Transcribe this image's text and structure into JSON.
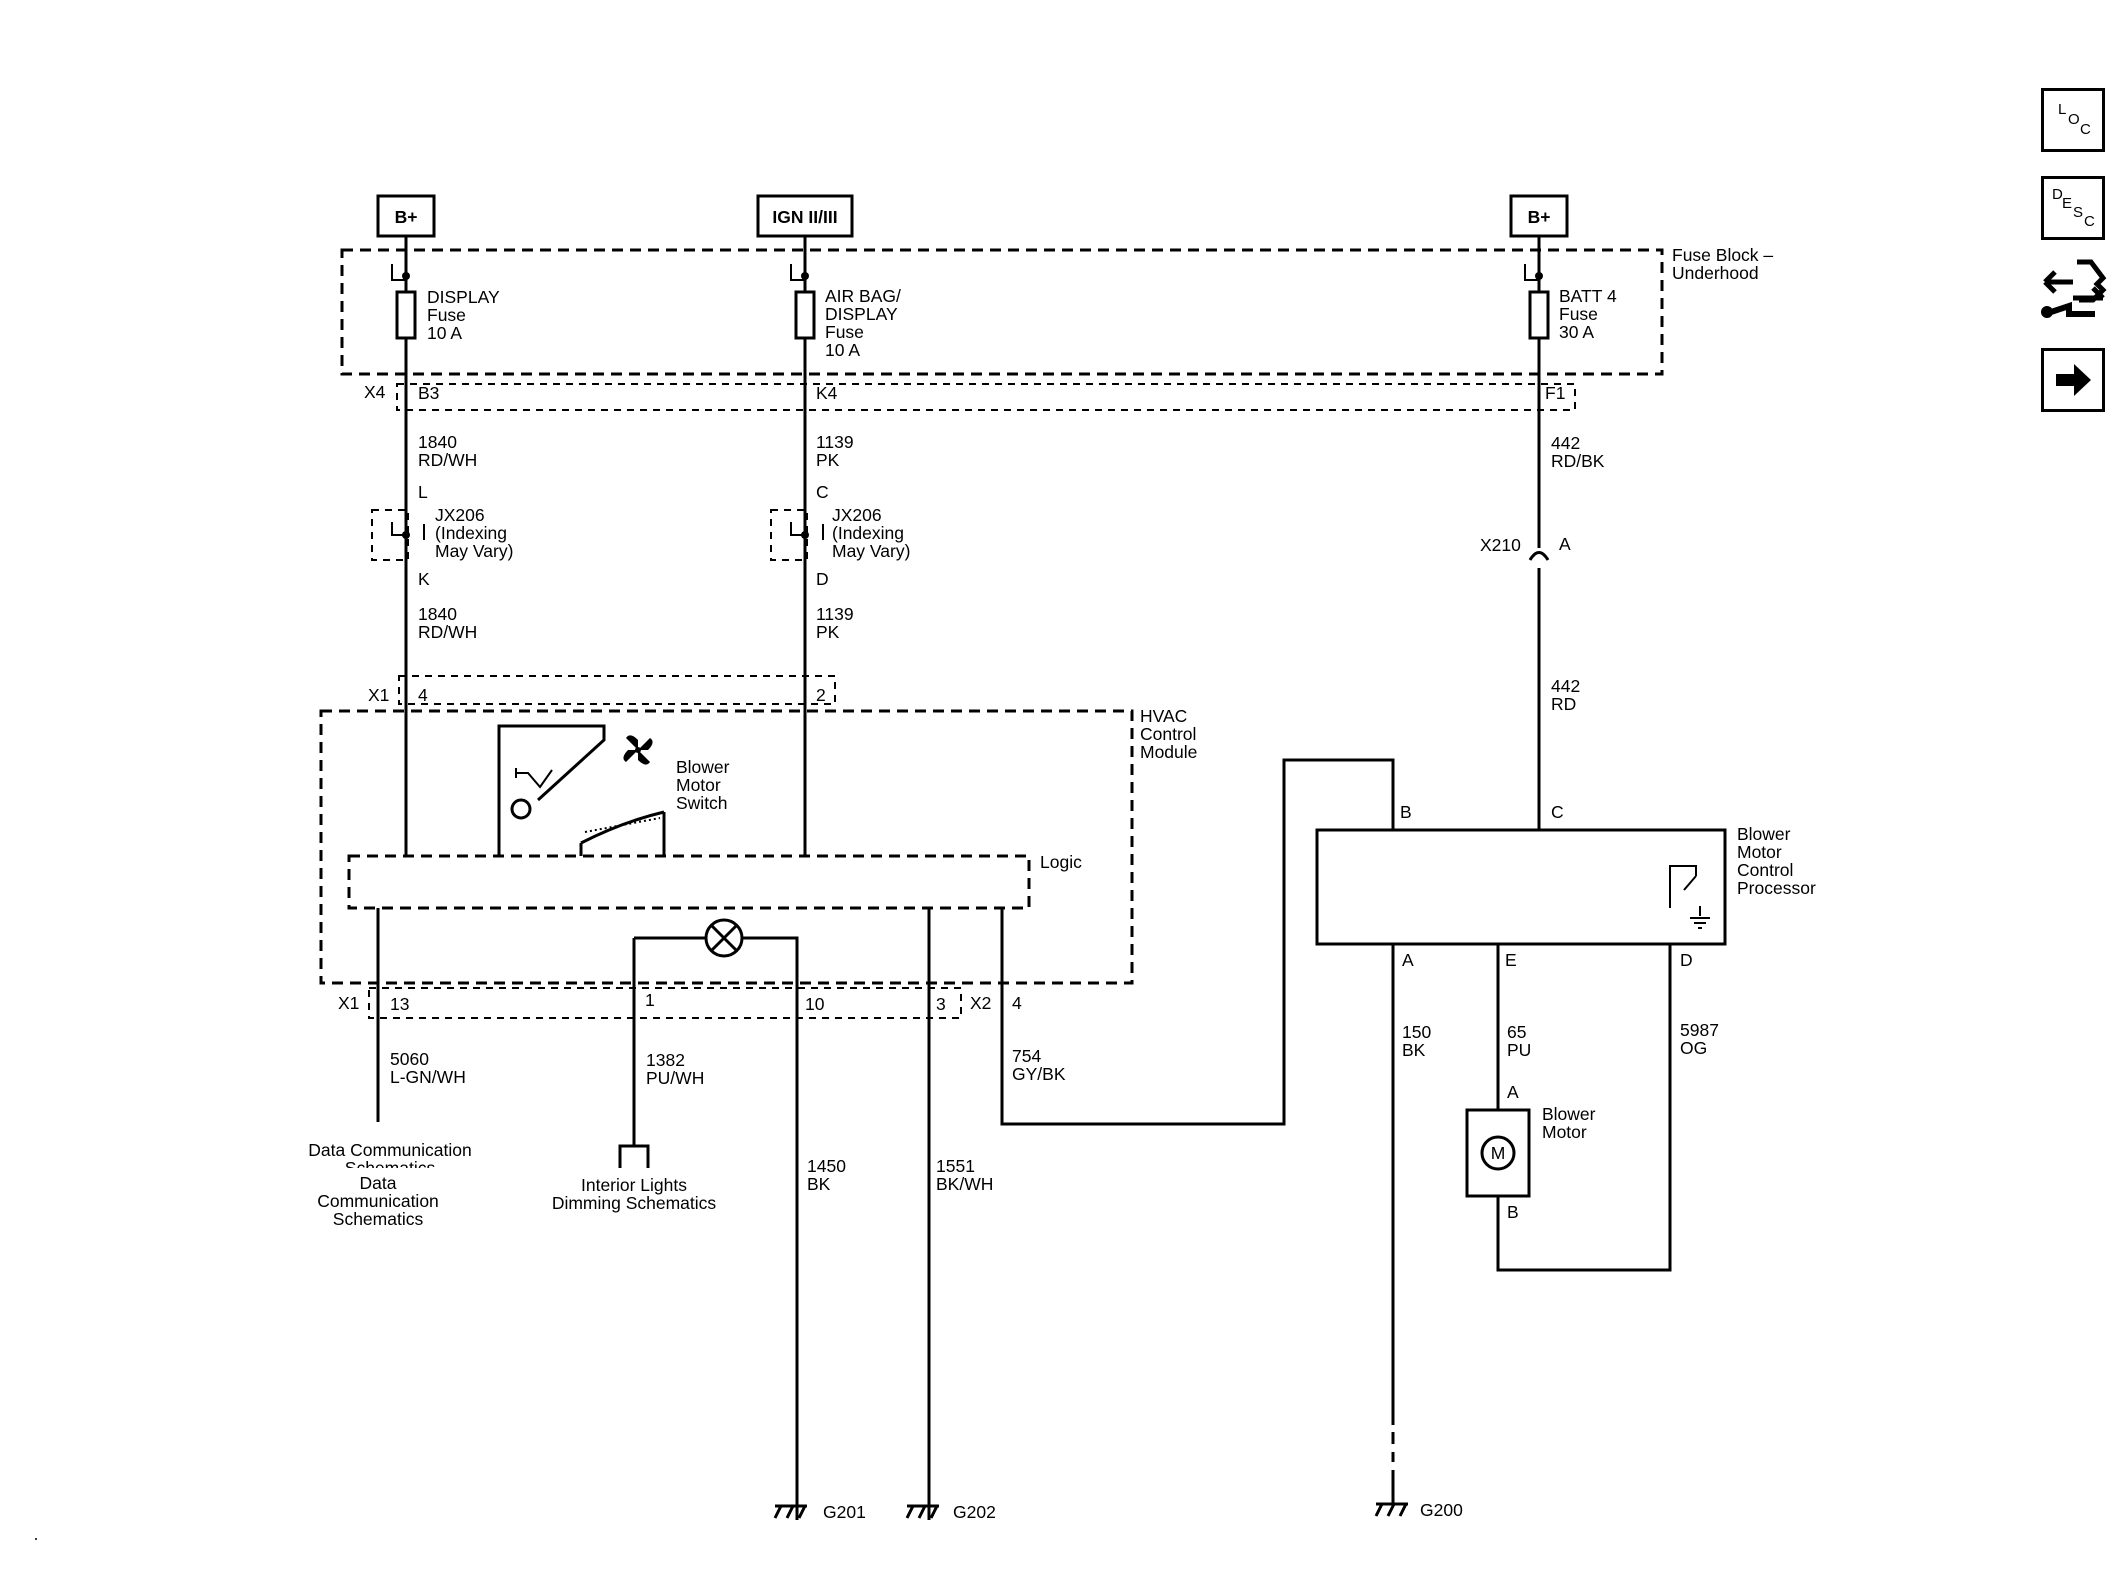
{
  "power": {
    "b_plus_left": "B+",
    "ign": "IGN II/III",
    "b_plus_right": "B+"
  },
  "fuse_block": {
    "title_line1": "Fuse Block –",
    "title_line2": "Underhood",
    "fuse1": [
      "DISPLAY",
      "Fuse",
      "10 A"
    ],
    "fuse2": [
      "AIR BAG/",
      "DISPLAY",
      "Fuse",
      "10 A"
    ],
    "fuse3": [
      "BATT 4",
      "Fuse",
      "30 A"
    ]
  },
  "connectors": {
    "x4": "X4",
    "b3": "B3",
    "k4": "K4",
    "f1": "F1",
    "x1_top": "X1",
    "pin4": "4",
    "pin2": "2",
    "x1_bottom": "X1",
    "pin13": "13",
    "pin1": "1",
    "pin10": "10",
    "pin3": "3",
    "x2": "X2",
    "pin4b": "4",
    "x210": "X210",
    "x210_pin": "A",
    "jx_left_top": "L",
    "jx_left_bottom": "K",
    "jx_mid_top": "C",
    "jx_mid_bottom": "D",
    "bmcp_b": "B",
    "bmcp_c": "C",
    "bmcp_a": "A",
    "bmcp_e": "E",
    "bmcp_d": "D",
    "motor_a": "A",
    "motor_b": "B"
  },
  "splice": {
    "left": [
      "JX206",
      "(Indexing",
      "May Vary)"
    ],
    "mid": [
      "JX206",
      "(Indexing",
      "May Vary)"
    ]
  },
  "wires": {
    "w1840_top": [
      "1840",
      "RD/WH"
    ],
    "w1840_bot": [
      "1840",
      "RD/WH"
    ],
    "w1139_top": [
      "1139",
      "PK"
    ],
    "w1139_bot": [
      "1139",
      "PK"
    ],
    "w442_top": [
      "442",
      "RD/BK"
    ],
    "w442_bot": [
      "442",
      "RD"
    ],
    "w5060": [
      "5060",
      "L-GN/WH"
    ],
    "w1382": [
      "1382",
      "PU/WH"
    ],
    "w1450": [
      "1450",
      "BK"
    ],
    "w1551": [
      "1551",
      "BK/WH"
    ],
    "w754": [
      "754",
      "GY/BK"
    ],
    "w150": [
      "150",
      "BK"
    ],
    "w65": [
      "65",
      "PU"
    ],
    "w5987": [
      "5987",
      "OG"
    ]
  },
  "components": {
    "hvac": [
      "HVAC",
      "Control",
      "Module"
    ],
    "blower_switch": [
      "Blower",
      "Motor",
      "Switch"
    ],
    "logic": "Logic",
    "bmcp": [
      "Blower",
      "Motor",
      "Control",
      "Processor"
    ],
    "motor": [
      "Blower",
      "Motor"
    ],
    "motor_symbol": "M"
  },
  "references": {
    "data_comm_clipped": [
      "Data Communication",
      "Schematics"
    ],
    "data_comm": [
      "Data",
      "Communication",
      "Schematics"
    ],
    "interior": [
      "Interior Lights",
      "Dimming Schematics"
    ]
  },
  "grounds": {
    "g201": "G201",
    "g202": "G202",
    "g200": "G200"
  },
  "side_icons": [
    {
      "name": "loc-icon",
      "letters": [
        "L",
        "O",
        "C"
      ]
    },
    {
      "name": "desc-icon",
      "letters": [
        "D",
        "E",
        "S",
        "C"
      ]
    },
    {
      "name": "connector-repair-icon"
    },
    {
      "name": "next-arrow-icon"
    }
  ]
}
